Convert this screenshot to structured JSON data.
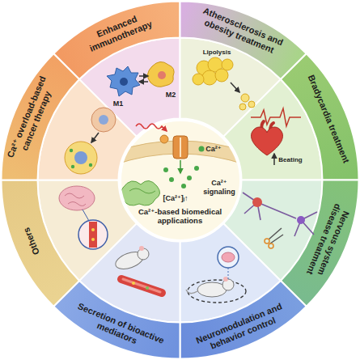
{
  "diagram": {
    "nodes": [
      {
        "text": [
          "Enhanced immunotherapy"
        ]
      },
      {
        "text": [
          "Atherosclerosis and obesity treatment"
        ]
      },
      {
        "text": [
          "Bradycardia treatment"
        ]
      },
      {
        "text": [
          "Nervous system disease treatment"
        ]
      },
      {
        "text": [
          "Neuromodulation and behavior control"
        ]
      },
      {
        "text": [
          "Secretion of bioactive mediators"
        ]
      },
      {
        "text": [
          "Others"
        ]
      },
      {
        "text": [
          "Ca²⁺ overload-based cancer therapy"
        ]
      },
      {
        "text": [
          "Ca²⁺-based biomedical applications"
        ]
      }
    ],
    "labels": [
      "M1",
      "M2",
      "Lipolysis",
      "Beating",
      "Ca²⁺",
      "[Ca²⁺]ᵢ↑",
      "Ca²⁺ signaling"
    ]
  }
}
